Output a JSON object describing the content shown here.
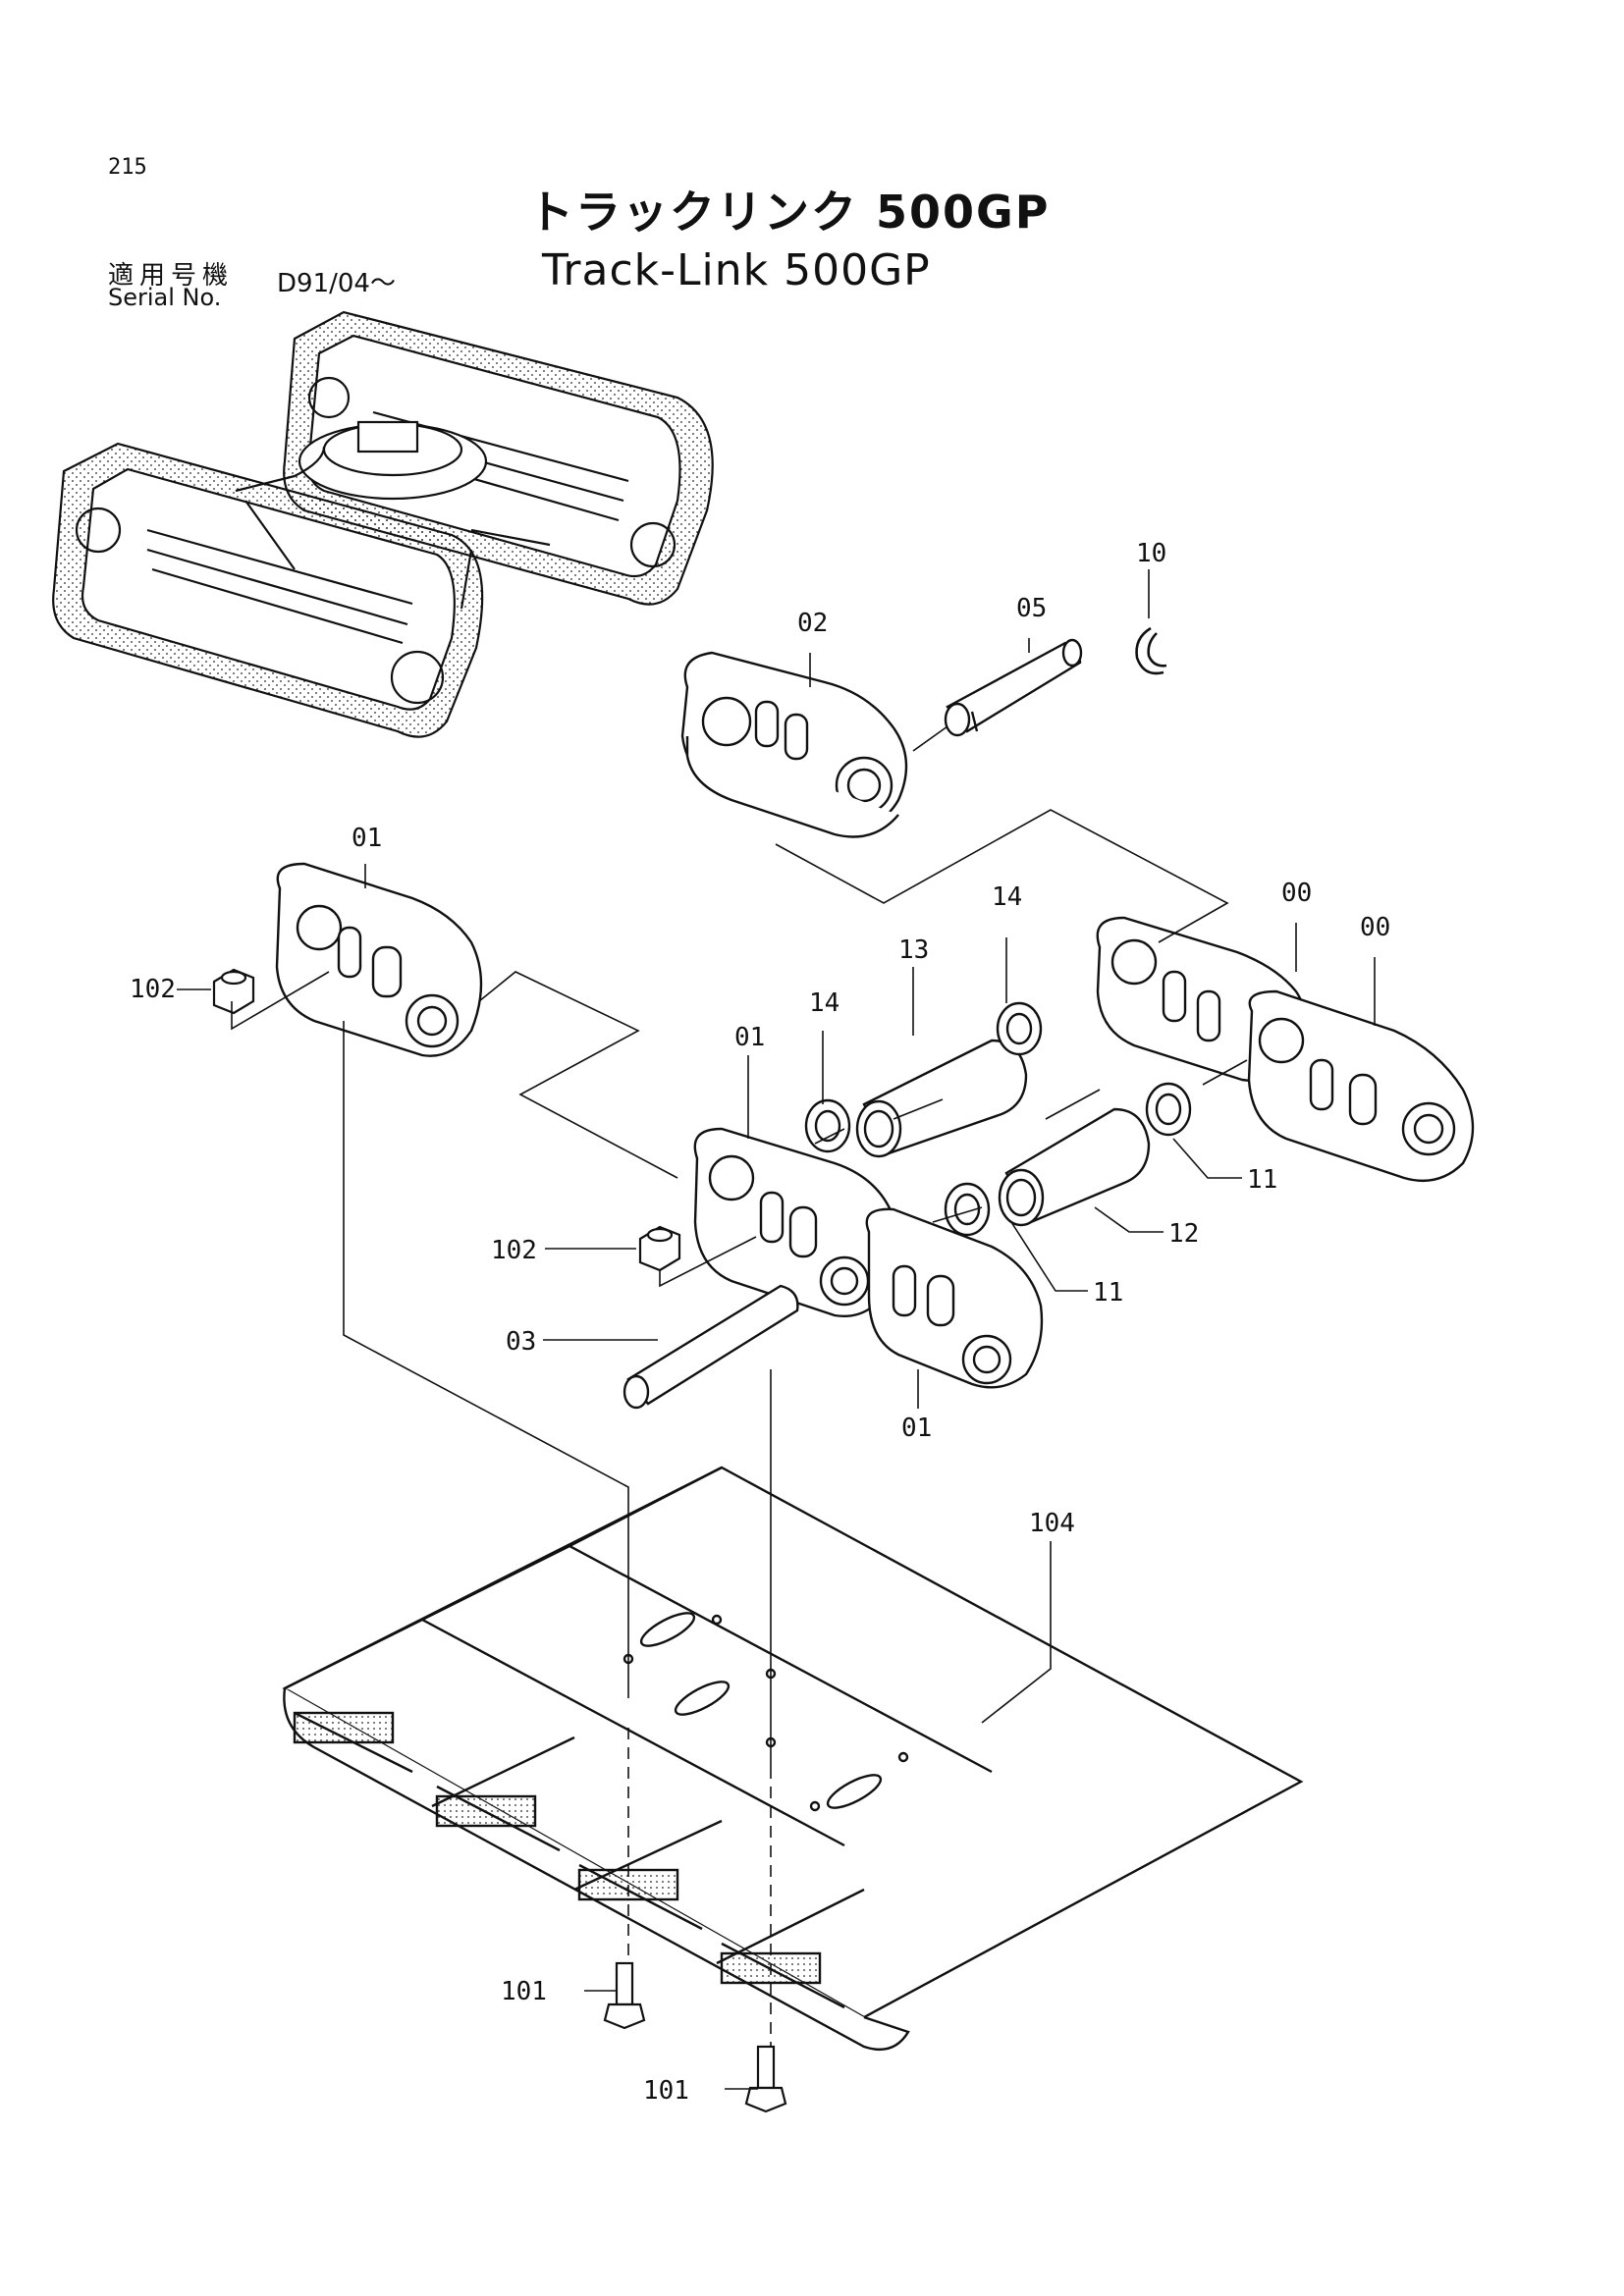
{
  "header": {
    "page_number": "215",
    "title_ja": "トラックリンク 500GP",
    "title_en": "Track-Link 500GP",
    "serial_label_ja": "適用号機",
    "serial_label_en": "Serial No.",
    "serial_value": "D91/04～"
  },
  "callouts": {
    "c10": "10",
    "c02": "02",
    "c05": "05",
    "c01a": "01",
    "c14a": "14",
    "c13": "13",
    "c00a": "00",
    "c00b": "00",
    "c102a": "102",
    "c14b": "14",
    "c01b": "01",
    "c11a": "11",
    "c12": "12",
    "c102b": "102",
    "c11b": "11",
    "c03": "03",
    "c01c": "01",
    "c104": "104",
    "c101a": "101",
    "c101b": "101"
  },
  "colors": {
    "ink": "#111111",
    "paper": "#ffffff"
  }
}
